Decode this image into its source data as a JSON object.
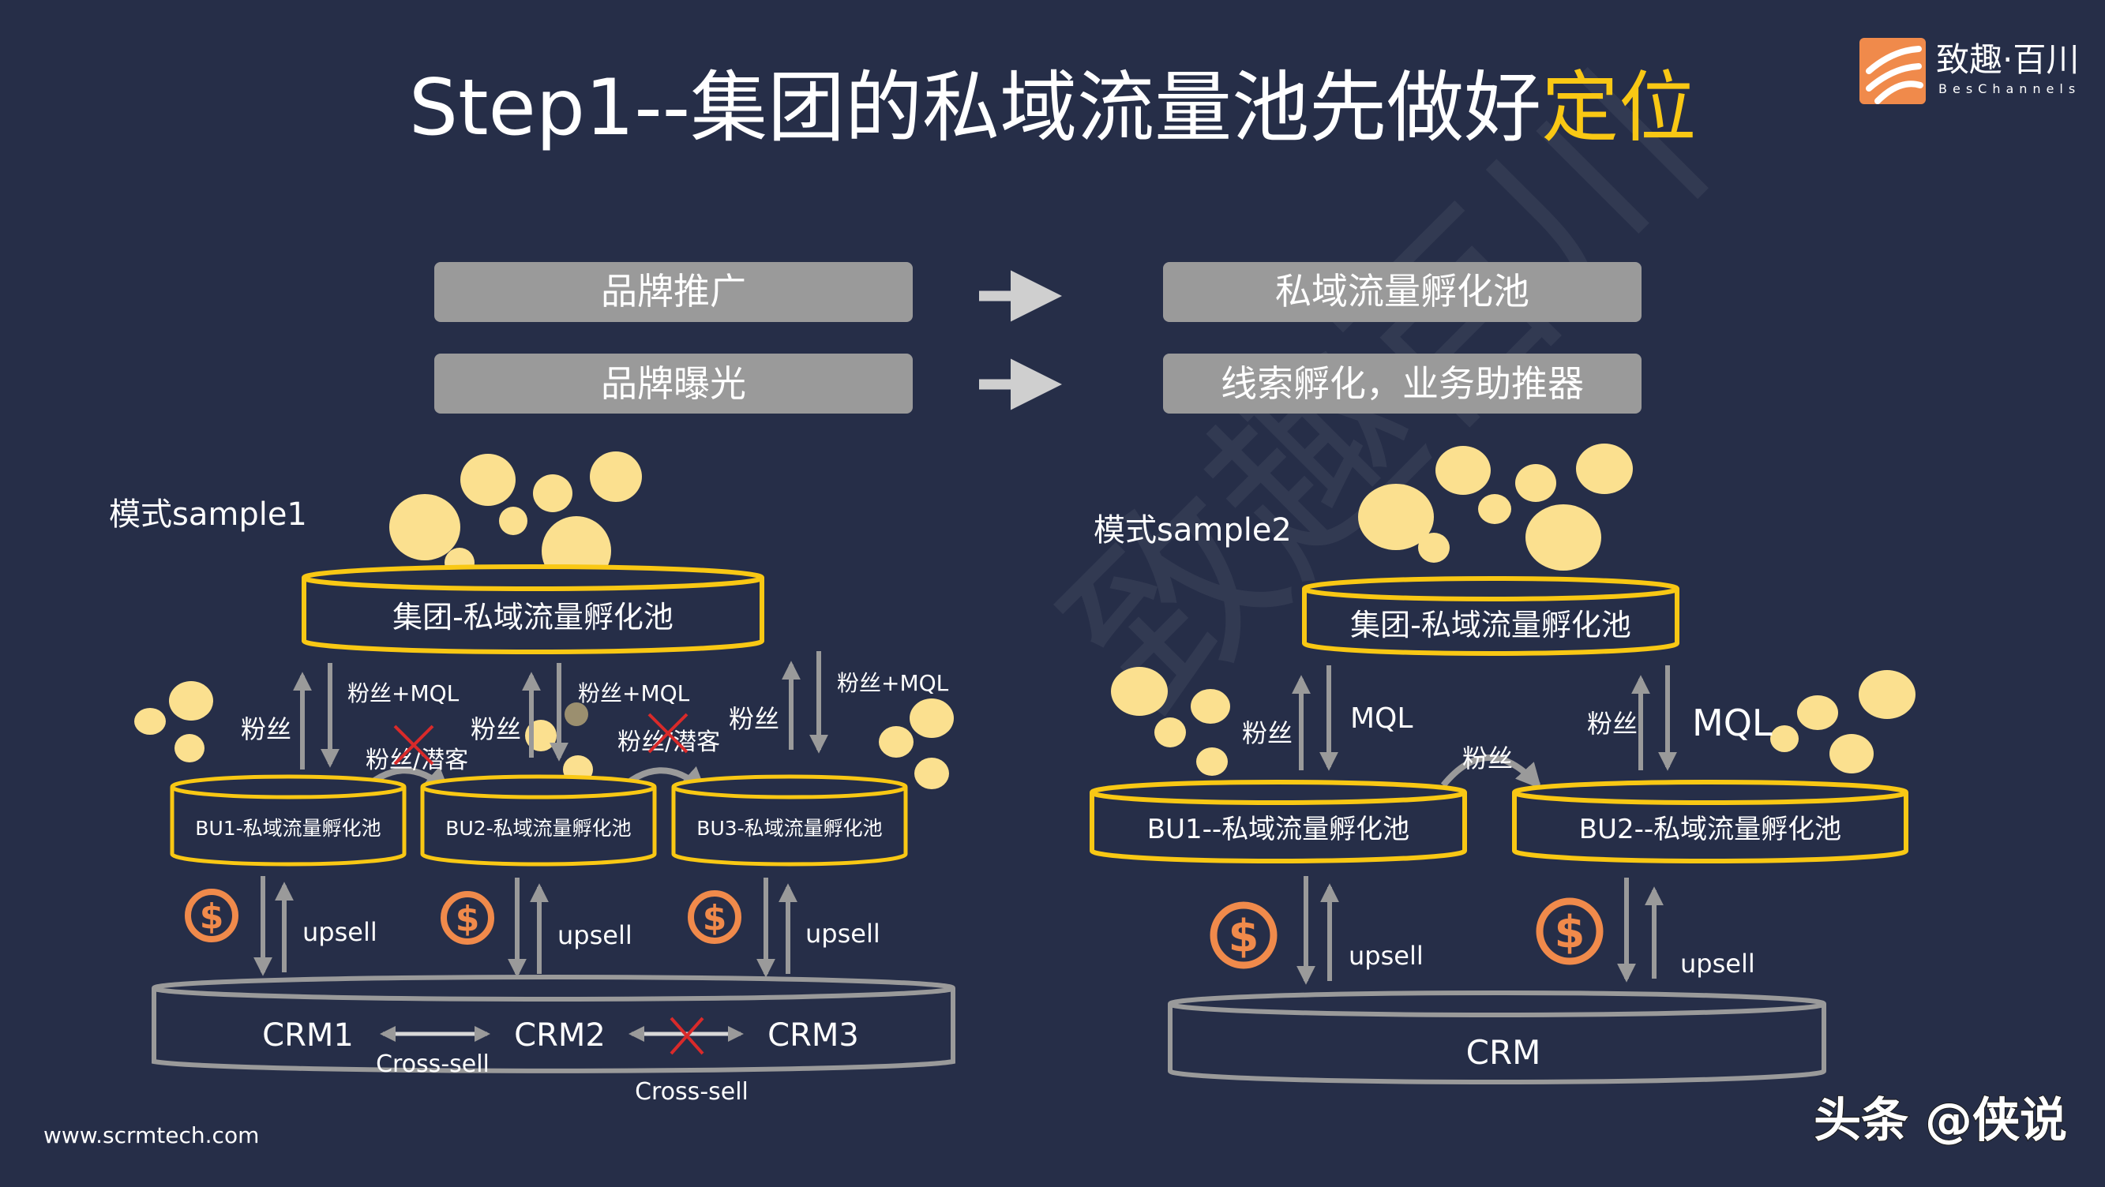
{
  "title": {
    "main": "Step1--集团的私域流量池先做好",
    "highlight": "定位"
  },
  "logo": {
    "name": "致趣·百川",
    "sub": "BesChannels",
    "watermark": "致趣百川"
  },
  "mappings": [
    {
      "left": "品牌推广",
      "right": "私域流量孵化池"
    },
    {
      "left": "品牌曝光",
      "right": "线索孵化，业务助推器"
    }
  ],
  "sample1": {
    "label": "模式sample1",
    "group_pool": "集团-私域流量孵化池",
    "bu_pools": [
      "BU1-私域流量孵化池",
      "BU2-私域流量孵化池",
      "BU3-私域流量孵化池"
    ],
    "up_labels": [
      "粉丝",
      "粉丝",
      "粉丝"
    ],
    "down_labels": [
      "粉丝+MQL",
      "粉丝+MQL",
      "粉丝+MQL"
    ],
    "blocked_labels": [
      "粉丝/潜客",
      "粉丝/潜客"
    ],
    "upsell": [
      "upsell",
      "upsell",
      "upsell"
    ],
    "crm": [
      "CRM1",
      "CRM2",
      "CRM3"
    ],
    "cross_sell": [
      "Cross-sell",
      "Cross-sell"
    ]
  },
  "sample2": {
    "label": "模式sample2",
    "group_pool": "集团-私域流量孵化池",
    "bu_pools": [
      "BU1--私域流量孵化池",
      "BU2--私域流量孵化池"
    ],
    "up_labels": [
      "粉丝",
      "粉丝"
    ],
    "down_labels": [
      "MQL",
      "MQL"
    ],
    "between_label": "粉丝",
    "upsell": [
      "upsell",
      "upsell"
    ],
    "crm": "CRM"
  },
  "footer": {
    "website": "www.scrmtech.com",
    "credit": "头条 @侠说"
  },
  "colors": {
    "background": "#262e48",
    "accent_yellow": "#f9c814",
    "bubble": "#fbe08f",
    "gray_box": "#9a9a9a",
    "orange": "#f08a4b",
    "red_cross": "#d92a2a"
  }
}
